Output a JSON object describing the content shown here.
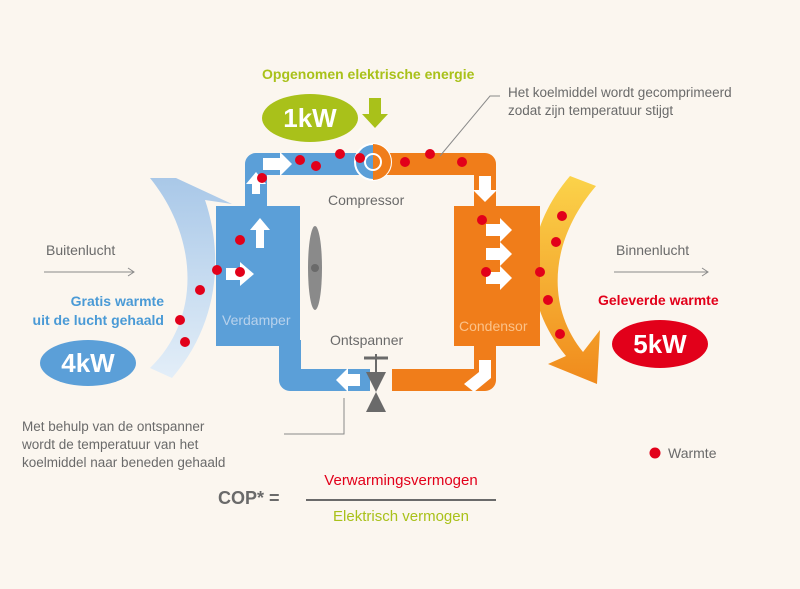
{
  "energy_input": {
    "title": "Opgenomen elektrische energie",
    "value": "1kW"
  },
  "compressor": {
    "label": "Compressor",
    "note": [
      "Het koelmiddel wordt gecomprimeerd",
      "zodat zijn temperatuur stijgt"
    ]
  },
  "outside": {
    "air_label": "Buitenlucht",
    "heat_label": [
      "Gratis warmte",
      "uit de lucht gehaald"
    ],
    "value": "4kW"
  },
  "inside": {
    "air_label": "Binnenlucht",
    "heat_label": "Geleverde warmte",
    "value": "5kW"
  },
  "evaporator": {
    "label": "Verdamper"
  },
  "condenser": {
    "label": "Condensor"
  },
  "expansion": {
    "label": "Ontspanner",
    "note": [
      "Met behulp van de ontspanner",
      "wordt de temperatuur van het",
      "koelmiddel naar beneden gehaald"
    ]
  },
  "legend": {
    "heat": "Warmte"
  },
  "cop": {
    "label": "COP* =",
    "numerator": "Verwarmingsvermogen",
    "denominator": "Elektrisch vermogen"
  },
  "colors": {
    "cold": "#5b9fd8",
    "hot": "#f07d1a",
    "heat_dot": "#e2001a",
    "electric": "#a9c11a"
  }
}
